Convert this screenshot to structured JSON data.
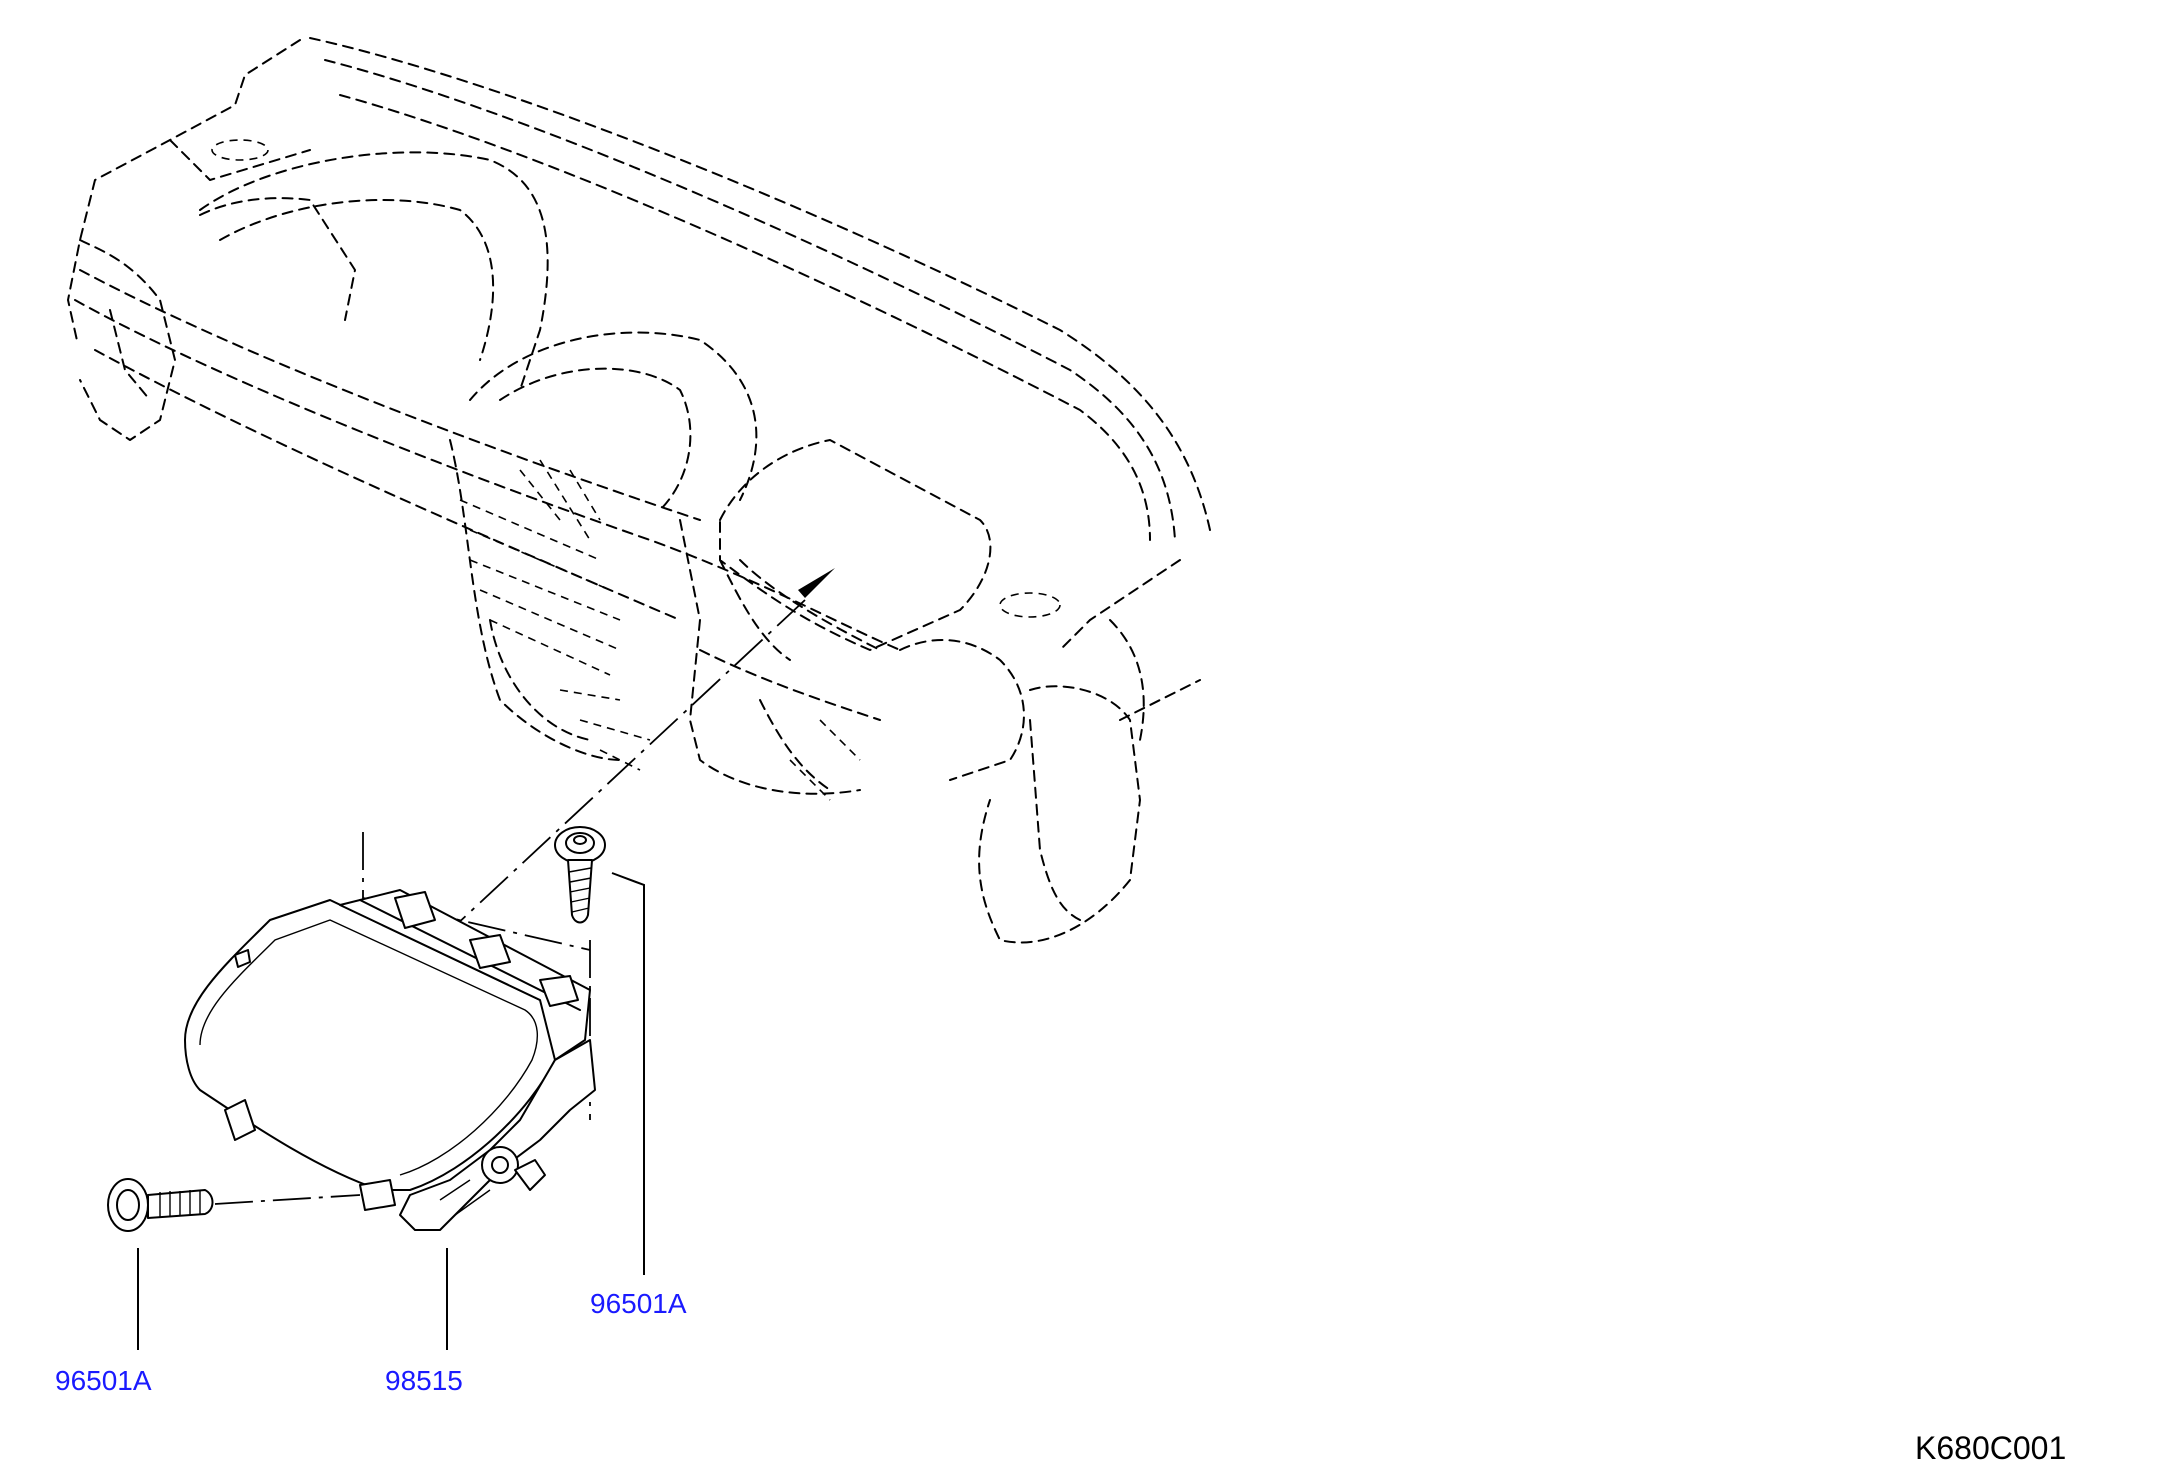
{
  "callouts": {
    "bolt_upper": {
      "text": "96501A"
    },
    "bolt_lower": {
      "text": "96501A"
    },
    "airbag_module": {
      "text": "98515"
    }
  },
  "figure_code": "K680C001",
  "colors": {
    "callout": "#1a1aff",
    "linework": "#000000",
    "background": "#ffffff"
  }
}
